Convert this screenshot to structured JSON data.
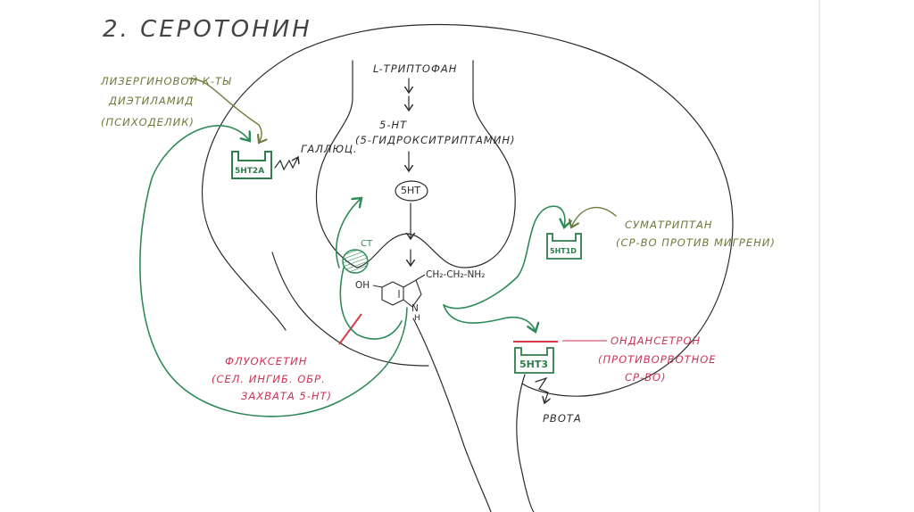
{
  "title": "2. СЕРОТОНИН",
  "pathway": {
    "precursor": "L-ТРИПТОФАН",
    "product_abbr": "5-НТ",
    "product_full": "(5-ГИДРОКСИТРИПТАМИН)",
    "vesicle_label": "5НТ",
    "transporter_label": "СТ"
  },
  "molecule": {
    "oh": "OH",
    "side_chain": "CH₂-CH₂-NH₂",
    "n": "N",
    "h": "H"
  },
  "receptors": {
    "r2a": "5НТ2А",
    "r1d": "5НТ1D",
    "r3": "5НТ3"
  },
  "effects": {
    "hallucinations": "ГАЛЛЮЦ.",
    "vomiting": "РВОТА"
  },
  "drugs": {
    "lsd": [
      "ЛИЗЕРГИНОВОЙ К-ТЫ",
      "ДИЭТИЛАМИД",
      "(ПСИХОДЕЛИК)"
    ],
    "sumatriptan": [
      "СУМАТРИПТАН",
      "(СР-ВО ПРОТИВ МИГРЕНИ)"
    ],
    "fluoxetine": [
      "ФЛУОКСЕТИН",
      "(СЕЛ. ИНГИБ. ОБР.",
      "ЗАХВАТА 5-НТ)"
    ],
    "ondansetron": [
      "ОНДАНСЕТРОН",
      "(ПРОТИВОРВОТНОЕ",
      "СР-ВО)"
    ]
  },
  "colors": {
    "ink": "#2b2b2b",
    "green": "#2e8b57",
    "olive": "#6b7a3a",
    "red": "#d93a4a",
    "pink": "#cc3355"
  }
}
